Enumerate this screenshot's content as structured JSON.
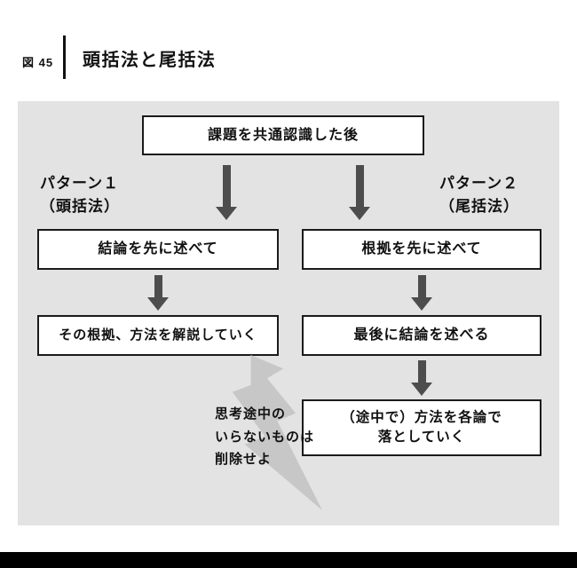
{
  "figure": {
    "number_label": "図 45",
    "title": "頭括法と尾括法"
  },
  "flow": {
    "top_box": "課題を共通認識した後",
    "pattern1": {
      "name": "パターン１",
      "method": "（頭括法）",
      "box1": "結論を先に述べて",
      "box2": "その根拠、方法を解説していく"
    },
    "pattern2": {
      "name": "パターン２",
      "method": "（尾括法）",
      "box1": "根拠を先に述べて",
      "box2": "最後に結論を述べる",
      "box3_line1": "（途中で）方法を各論で",
      "box3_line2": "落としていく"
    },
    "note": {
      "line1": "思考途中の",
      "line2": "いらないものは",
      "line3": "削除せよ"
    }
  },
  "colors": {
    "panel_bg": "#e3e3e3",
    "arrow": "#4d4d4d",
    "bolt": "#c7c7c7",
    "box_border": "#1a1a1a",
    "box_bg": "#ffffff",
    "bottom_bar": "#000000"
  }
}
